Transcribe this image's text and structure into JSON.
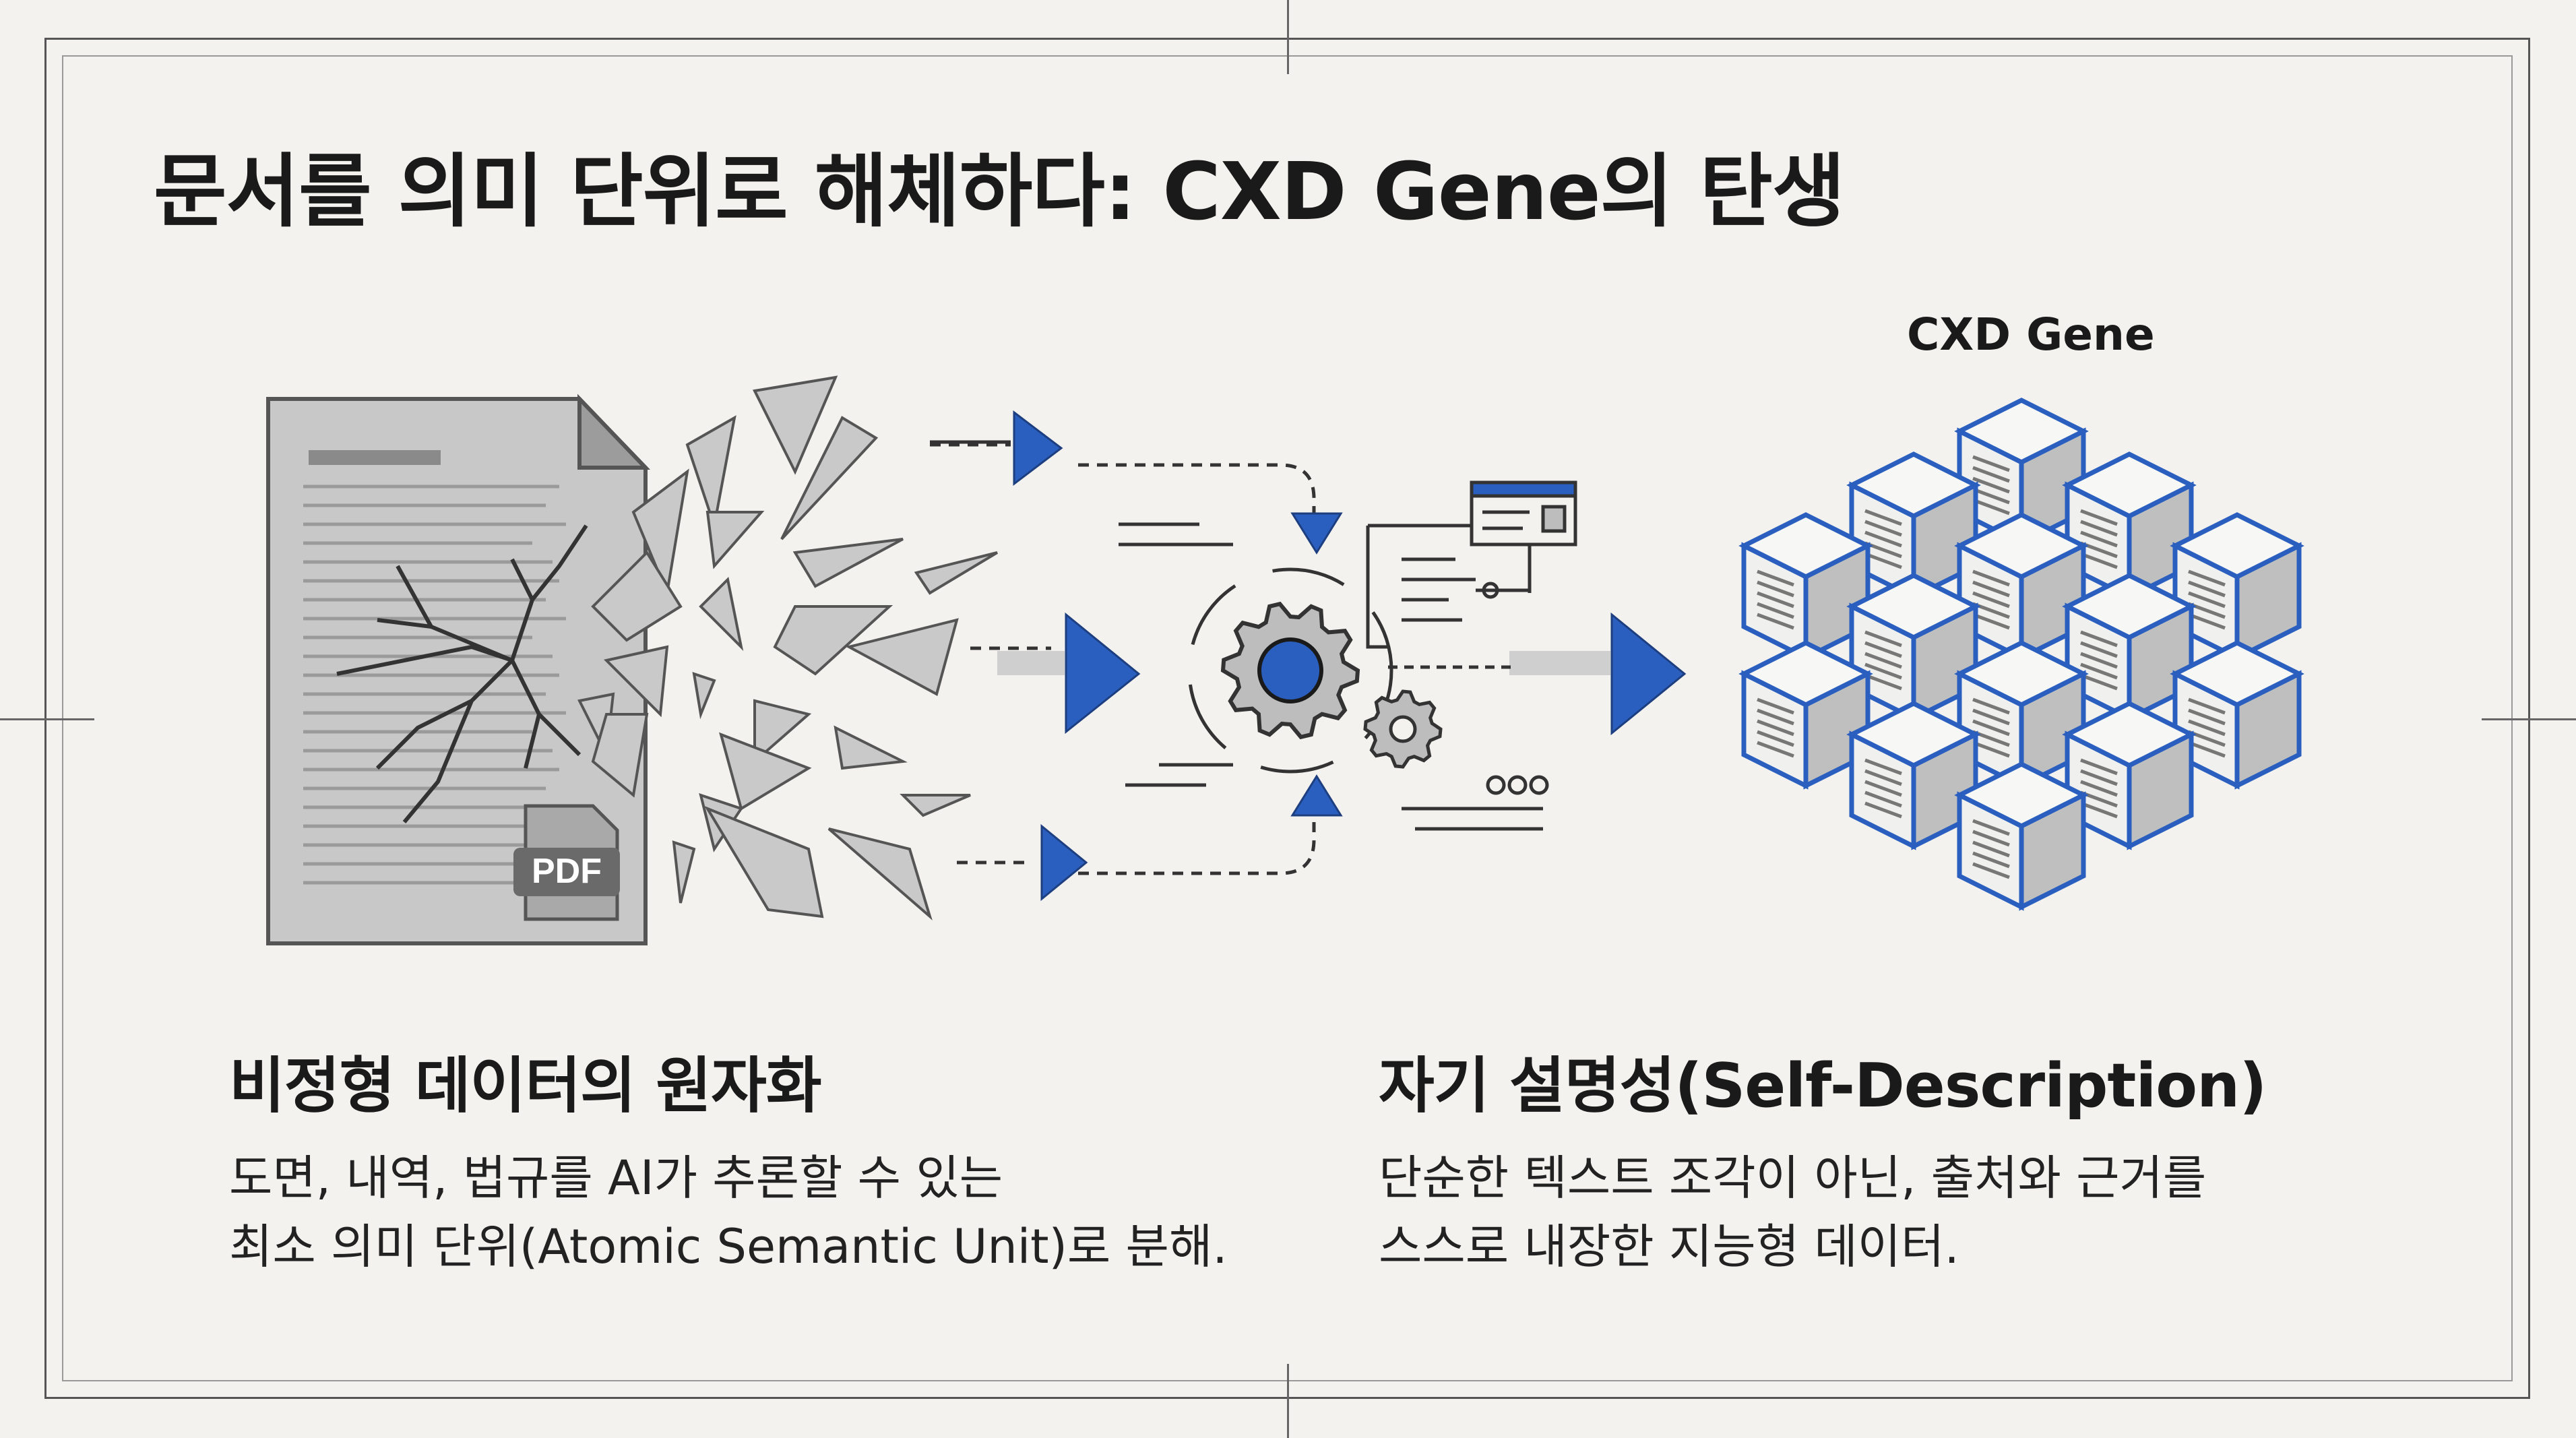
{
  "title": "문서를 의미 단위로 해체하다: CXD Gene의 탄생",
  "gene_label": "CXD Gene",
  "pdf_badge": "PDF",
  "sections": [
    {
      "heading": "비정형 데이터의 원자화",
      "body": [
        "도면, 내역, 법규를 AI가 추론할 수 있는",
        "최소 의미 단위(Atomic Semantic Unit)로 분해."
      ]
    },
    {
      "heading": "자기 설명성(Self-Description)",
      "body": [
        "단순한 텍스트 조각이 아닌, 출처와 근거를",
        "스스로 내장한 지능형 데이터."
      ]
    }
  ],
  "colors": {
    "accent": "#2a5fbf",
    "background": "#f3f2ee",
    "line": "#3a3f4a",
    "shard": "#c9c9c9"
  }
}
